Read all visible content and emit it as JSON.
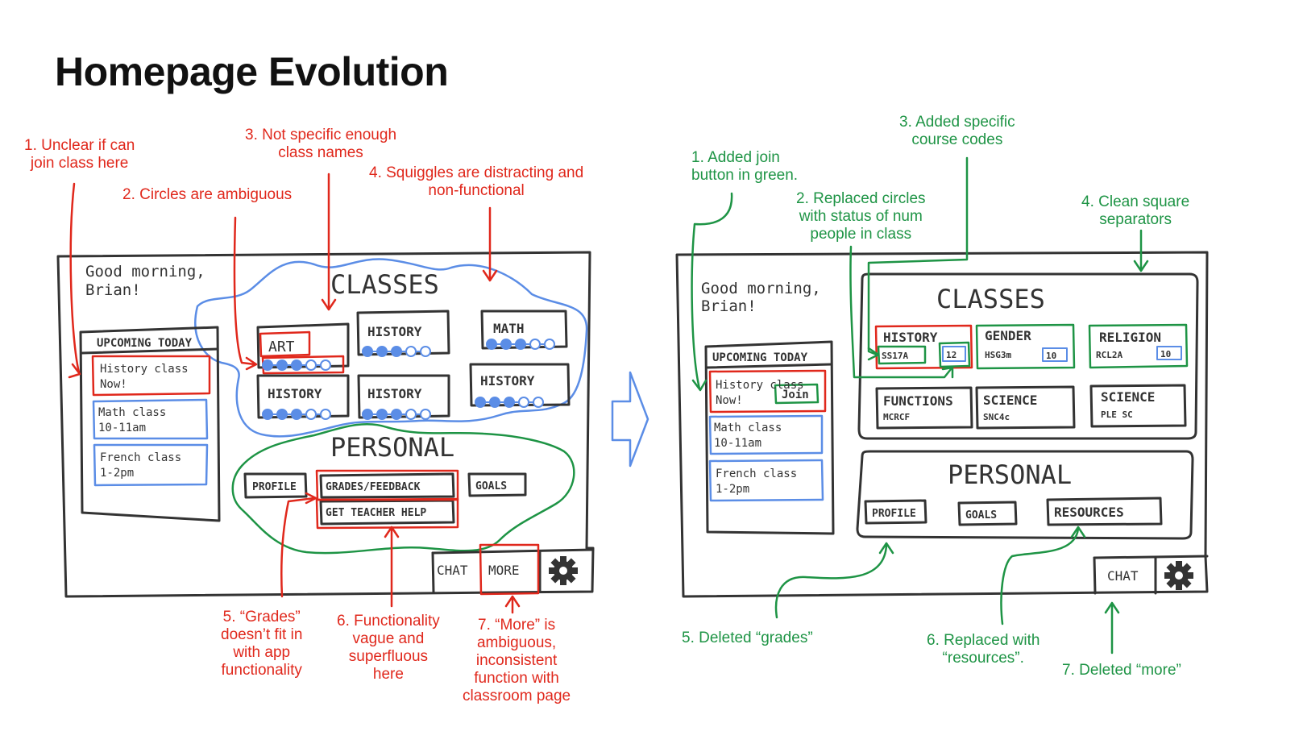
{
  "title": "Homepage Evolution",
  "left": {
    "greeting": [
      "Good morning,",
      "Brian!"
    ],
    "upcoming_title": "UPCOMING TODAY",
    "events": [
      {
        "name": "History class",
        "time": "Now!"
      },
      {
        "name": "Math class",
        "time": "10-11am"
      },
      {
        "name": "French class",
        "time": "1-2pm"
      }
    ],
    "classes_title": "CLASSES",
    "classes": [
      "ART",
      "HISTORY",
      "MATH",
      "HISTORY",
      "HISTORY",
      "HISTORY"
    ],
    "personal_title": "PERSONAL",
    "personal": [
      "PROFILE",
      "GRADES/FEEDBACK",
      "GOALS",
      "GET TEACHER HELP"
    ],
    "nav": [
      "CHAT",
      "MORE"
    ],
    "notes": [
      [
        "1. Unclear if can",
        "join class here"
      ],
      [
        "2. Circles are ambiguous"
      ],
      [
        "3. Not specific enough",
        "class names"
      ],
      [
        "4. Squiggles are distracting and",
        "non-functional"
      ],
      [
        "5. “Grades”",
        "doesn’t fit in",
        "with app",
        "functionality"
      ],
      [
        "6. Functionality",
        "vague and",
        "superfluous",
        "here"
      ],
      [
        "7. “More” is",
        "ambiguous,",
        "inconsistent",
        "function with",
        "classroom page"
      ]
    ]
  },
  "right": {
    "greeting": [
      "Good morning,",
      "Brian!"
    ],
    "upcoming_title": "UPCOMING TODAY",
    "events": [
      {
        "name": "History class",
        "time": "Now!",
        "action": "Join"
      },
      {
        "name": "Math class",
        "time": "10-11am"
      },
      {
        "name": "French class",
        "time": "1-2pm"
      }
    ],
    "classes_title": "CLASSES",
    "classes": [
      {
        "name": "HISTORY",
        "code": "SS17A",
        "count": "12"
      },
      {
        "name": "GENDER",
        "code": "HSG3m",
        "count": "10"
      },
      {
        "name": "RELIGION",
        "code": "RCL2A",
        "count": "10"
      },
      {
        "name": "FUNCTIONS",
        "code": "MCRCF"
      },
      {
        "name": "SCIENCE",
        "code": "SNC4c"
      },
      {
        "name": "SCIENCE",
        "code": "PLE SC"
      }
    ],
    "personal_title": "PERSONAL",
    "personal": [
      "PROFILE",
      "GOALS",
      "RESOURCES"
    ],
    "nav": [
      "CHAT"
    ],
    "notes": [
      [
        "1. Added join",
        "button in green."
      ],
      [
        "2. Replaced circles",
        "with status of num",
        "people in class"
      ],
      [
        "3. Added specific",
        "course codes"
      ],
      [
        "4. Clean square",
        "separators"
      ],
      [
        "5. Deleted “grades”"
      ],
      [
        "6. Replaced with",
        "“resources”."
      ],
      [
        "7. Deleted “more”"
      ]
    ]
  },
  "colors": {
    "red": "#e0281c",
    "green": "#1e9445",
    "blue": "#5b8de6",
    "ink": "#333333"
  }
}
